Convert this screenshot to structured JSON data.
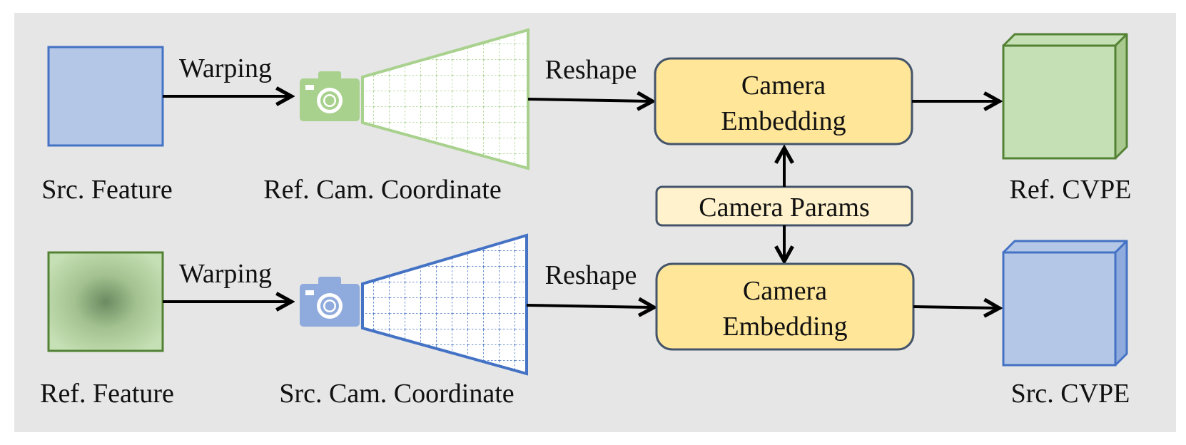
{
  "colors": {
    "panel_bg": "#e6e6e6",
    "blue_fill": "#b4c7e7",
    "blue_stroke": "#4472c4",
    "green_fill": "#c5e0b4",
    "green_stroke": "#548235",
    "frustum_green": "#a9d18e",
    "camera_green": "#a9d18e",
    "camera_blue": "#8faadc",
    "embed_fill": "#ffe699",
    "params_fill": "#fff2cc",
    "box_stroke": "#44546a",
    "arrow": "#000000"
  },
  "top_row": {
    "feature_label": "Src. Feature",
    "warp_label": "Warping",
    "camera_icon": "camera-icon",
    "coord_label": "Ref. Cam. Coordinate",
    "reshape_label": "Reshape",
    "embed_line1": "Camera",
    "embed_line2": "Embedding",
    "output_label": "Ref. CVPE"
  },
  "params": {
    "label": "Camera Params"
  },
  "bottom_row": {
    "feature_label": "Ref. Feature",
    "warp_label": "Warping",
    "camera_icon": "camera-icon",
    "coord_label": "Src. Cam. Coordinate",
    "reshape_label": "Reshape",
    "embed_line1": "Camera",
    "embed_line2": "Embedding",
    "output_label": "Src. CVPE"
  }
}
